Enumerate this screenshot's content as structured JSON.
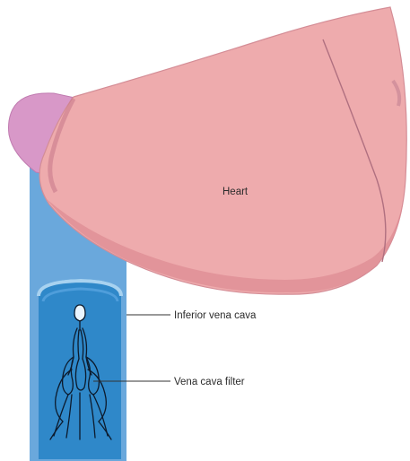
{
  "labels": {
    "heart": "Heart",
    "ivc": "Inferior vena cava",
    "filter": "Vena cava filter"
  },
  "colors": {
    "heart_fill": "#eeabad",
    "heart_shadow": "#de8c94",
    "atrium_fill": "#d898c8",
    "vessel_outer": "#6aa8dc",
    "vessel_lumen": "#2f88c9",
    "filter_line": "#0c1a2c"
  }
}
